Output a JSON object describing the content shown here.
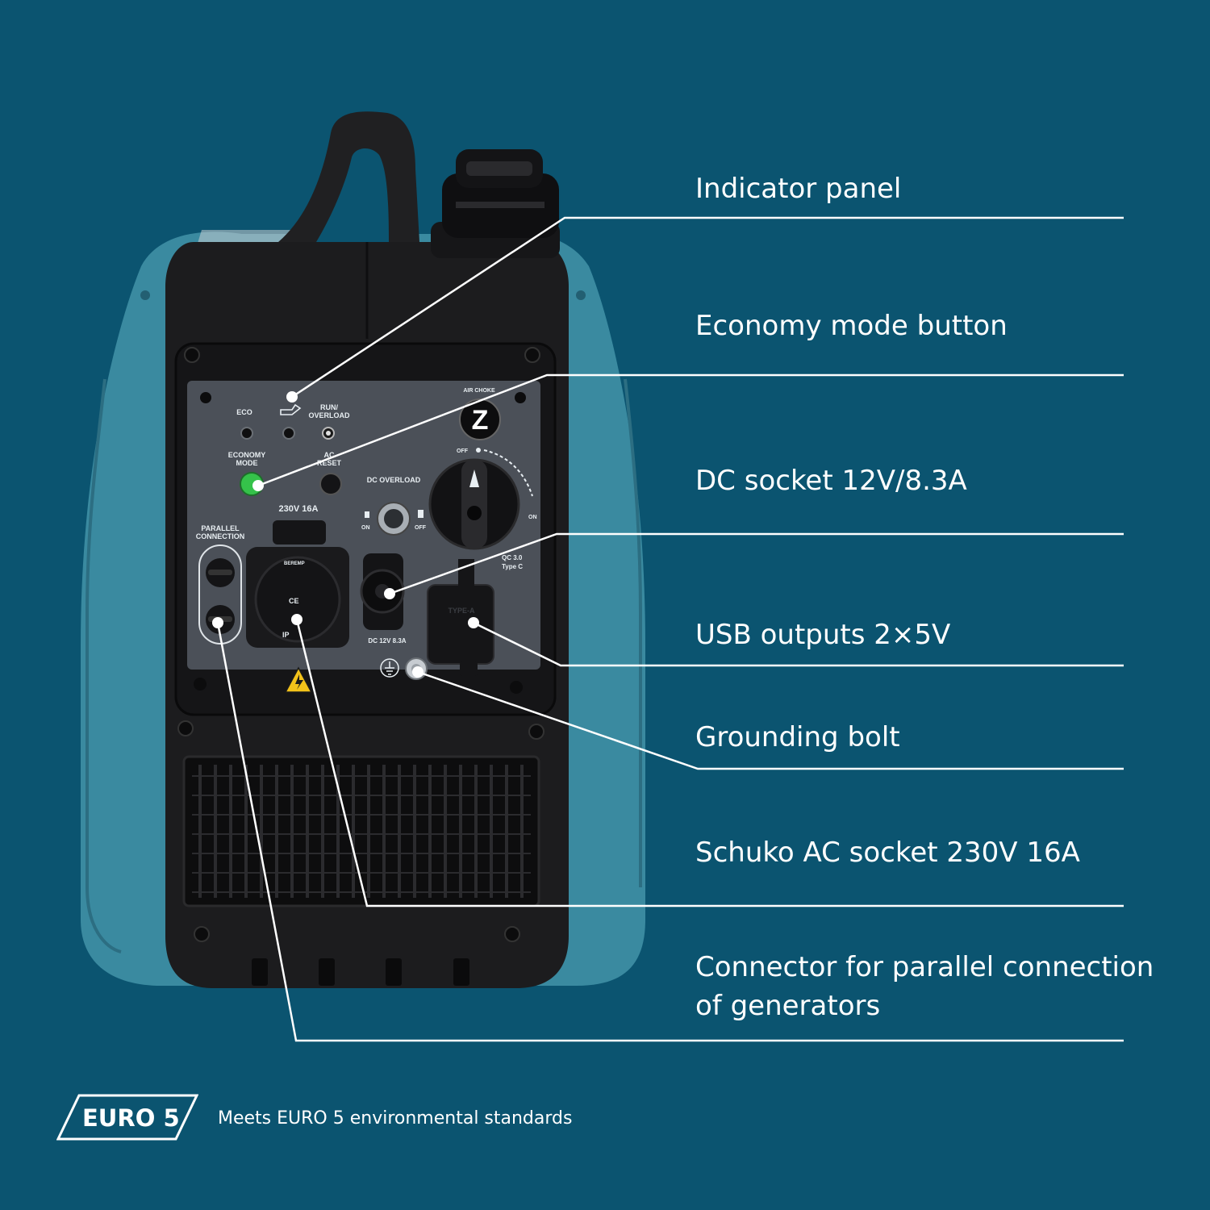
{
  "colors": {
    "background": "#0b5470",
    "housing": "#3a8aa0",
    "body": "#1c1c1e",
    "panel": "#4b5058",
    "line": "#ffffff",
    "eco_button": "#35c24a"
  },
  "generator": {
    "eco": "ECO",
    "run_overload": [
      "RUN/",
      "OVERLOAD"
    ],
    "economy_mode": [
      "ECONOMY",
      "MODE"
    ],
    "ac_reset": [
      "AC",
      "RESET"
    ],
    "air_choke": "AIR CHOKE",
    "off": "OFF",
    "on": "ON",
    "dc_overload": "DC OVERLOAD",
    "ac_rating": "230V  16A",
    "parallel": [
      "PARALLEL",
      "CONNECTION"
    ],
    "qc": [
      "QC 3.0",
      "Type C"
    ],
    "dc_rating": "DC 12V 8.3A",
    "brand_letter": "Z",
    "socket_brand": "BEREMP",
    "ip_mark": "IP",
    "ce_mark": "CE",
    "usb_type": "TYPE-A"
  },
  "callouts": [
    {
      "id": "indicator-panel",
      "text": [
        "Indicator panel"
      ]
    },
    {
      "id": "economy-mode-button",
      "text": [
        "Economy mode button"
      ]
    },
    {
      "id": "dc-socket",
      "text": [
        "DC socket 12V/8.3A"
      ]
    },
    {
      "id": "usb-outputs",
      "text": [
        "USB outputs 2×5V"
      ]
    },
    {
      "id": "grounding-bolt",
      "text": [
        "Grounding bolt"
      ]
    },
    {
      "id": "schuko-socket",
      "text": [
        "Schuko AC socket 230V 16A"
      ]
    },
    {
      "id": "parallel-connector",
      "text": [
        "Connector for parallel connection",
        "of generators"
      ]
    }
  ],
  "euro": {
    "badge": "EURO 5",
    "description": "Meets EURO 5 environmental standards"
  }
}
